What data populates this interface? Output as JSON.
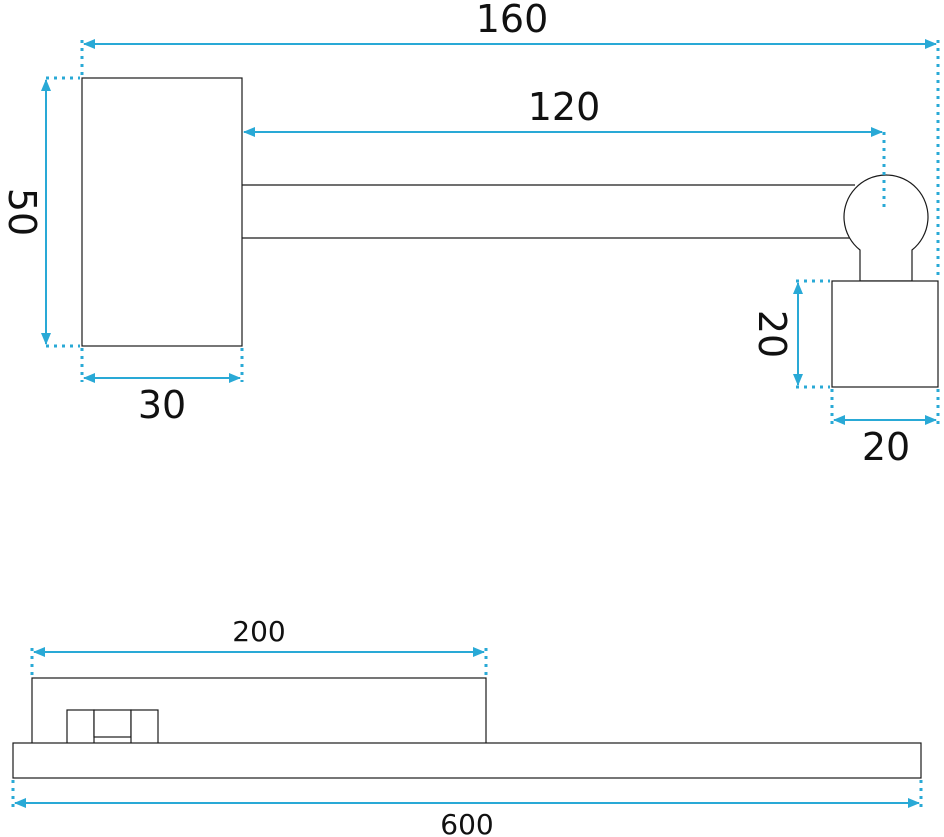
{
  "accent_color": "#29a9d6",
  "side_view": {
    "overall_width": "160",
    "arm_length": "120",
    "base_height": "50",
    "base_width": "30",
    "head_height": "20",
    "head_width": "20"
  },
  "front_view": {
    "head_length": "200",
    "total_length": "600"
  }
}
